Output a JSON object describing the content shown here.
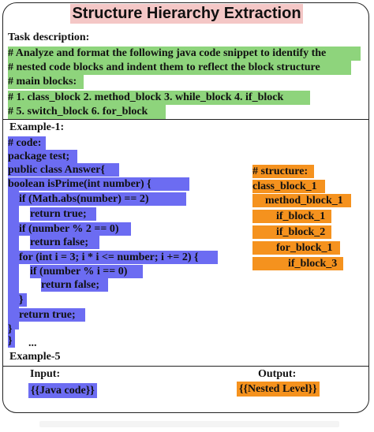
{
  "title": "Structure Hierarchy Extraction",
  "task": {
    "label": "Task description:",
    "lines": [
      "# Analyze and format the following java code snippet to identify the",
      "# nested code blocks and indent them to reflect the block structure",
      "# main blocks:",
      "# 1. class_block 2. method_block 3. while_block 4. if_block",
      "# 5. switch_block  6. for_block"
    ]
  },
  "example1": {
    "label": "Example-1:",
    "code": [
      "# code:",
      "package test;",
      "public class Answer{",
      "boolean isPrime(int number) {",
      "if (Math.abs(number) == 2)",
      "return true;",
      "if (number % 2 == 0)",
      "return false;",
      "for (int i = 3; i * i <= number; i += 2) {",
      "if (number % i == 0)",
      "return false;",
      "}",
      "return true;",
      "}",
      "}"
    ],
    "structure": [
      "# structure:",
      "class_block_1",
      "method_block_1",
      "if_block_1",
      "if_block_2",
      "for_block_1",
      "if_block_3"
    ]
  },
  "ellipsis": "...",
  "example5": {
    "label": "Example-5"
  },
  "input": {
    "label": "Input:",
    "value": "{{Java code}}"
  },
  "output": {
    "label": "Output:",
    "value": "{{Nested Level}}"
  },
  "colors": {
    "title_bg": "#f4c7c6",
    "task_highlight": "#8ed47c",
    "code_highlight": "#6c6cf2",
    "structure_highlight": "#f5921e"
  }
}
